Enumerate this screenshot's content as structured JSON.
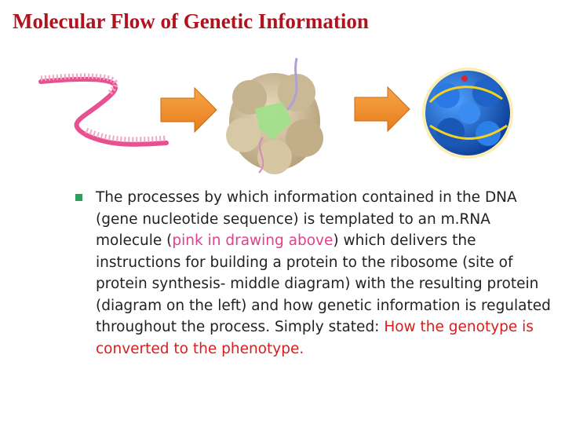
{
  "slide": {
    "title": "Molecular Flow of Genetic Information"
  },
  "bullet": {
    "part1": "The processes by which information contained in the DNA (gene nucleotide sequence) is templated to an m.RNA molecule (",
    "pink_text": "pink in drawing above",
    "part2": ") which delivers the instructions for building a protein to the ribosome (site of protein synthesis- middle diagram) with the resulting protein (diagram on the left) and how genetic information is regulated throughout the process. Simply stated: ",
    "red_text": "How the genotype is converted to the phenotype."
  },
  "colors": {
    "title": "#b0121e",
    "mrna_pink": "#e0408c",
    "emphasis_red": "#d81e1e",
    "arrow_orange": "#f08a2a",
    "bullet_green": "#2f9e5a"
  },
  "icons": {
    "mrna": "mrna-strand-icon",
    "arrow": "right-arrow-icon",
    "ribosome": "ribosome-icon",
    "protein": "protein-structure-icon"
  }
}
